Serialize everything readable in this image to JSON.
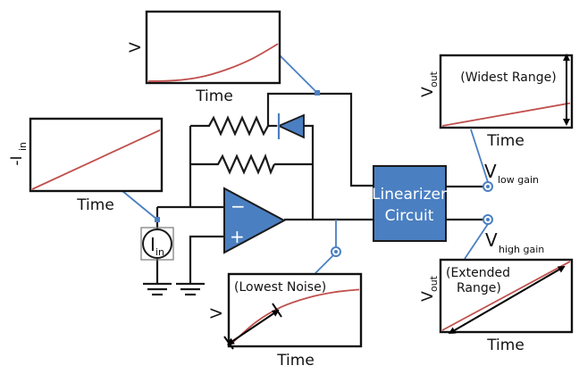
{
  "diagram": {
    "title": "Transimpedance amplifier with diode feedback and linearizer",
    "colors": {
      "wire": "#1a1a1a",
      "component_fill": "#4a7fc1",
      "component_stroke": "#2a4f85",
      "probe_line": "#4a7fc1",
      "signal_curve": "#c0504d",
      "frame": "#111111"
    },
    "components": {
      "linearizer": {
        "line1": "Linearizer",
        "line2": "Circuit"
      },
      "opamp": {
        "minus": "−",
        "plus": "+"
      },
      "current_source": {
        "symbol": "I",
        "subscript": "in"
      },
      "resistors": [
        "feedback-resistor-diode-branch",
        "feedback-resistor-main"
      ],
      "diode": "feedback-diode",
      "grounds": [
        "current-source-ground",
        "noninverting-ground"
      ]
    },
    "outputs": {
      "low_gain": {
        "main": "V",
        "subscript": "low gain"
      },
      "high_gain": {
        "main": "V",
        "subscript": "high gain"
      }
    },
    "plots": {
      "input_current": {
        "ylabel_main": "-I",
        "ylabel_sub": "in",
        "xlabel": "Time",
        "note": "",
        "shape": "linear",
        "points": [
          [
            0,
            0
          ],
          [
            1,
            0.86
          ]
        ]
      },
      "diode_voltage": {
        "ylabel_main": "V",
        "ylabel_sub": "",
        "xlabel": "Time",
        "note": "",
        "shape": "exponential-rise",
        "points": [
          [
            0,
            0
          ],
          [
            0.2,
            0.01
          ],
          [
            0.4,
            0.06
          ],
          [
            0.6,
            0.17
          ],
          [
            0.8,
            0.33
          ],
          [
            1,
            0.55
          ]
        ]
      },
      "lowest_noise": {
        "ylabel_main": "V",
        "ylabel_sub": "",
        "xlabel": "Time",
        "note": "(Lowest Noise)",
        "shape": "log-saturating",
        "points": [
          [
            0,
            0
          ],
          [
            0.2,
            0.33
          ],
          [
            0.4,
            0.55
          ],
          [
            0.6,
            0.68
          ],
          [
            0.8,
            0.76
          ],
          [
            1,
            0.8
          ]
        ]
      },
      "widest_range": {
        "ylabel_main": "V",
        "ylabel_sub": "out",
        "xlabel": "Time",
        "note": "(Widest Range)",
        "shape": "linear-shallow",
        "points": [
          [
            0,
            0
          ],
          [
            1,
            0.33
          ]
        ]
      },
      "extended_range": {
        "ylabel_main": "V",
        "ylabel_sub": "out",
        "xlabel": "Time",
        "note_line1": "(Extended",
        "note_line2": "Range)",
        "shape": "linear-steep",
        "points": [
          [
            0,
            0
          ],
          [
            1,
            1
          ]
        ]
      }
    }
  }
}
